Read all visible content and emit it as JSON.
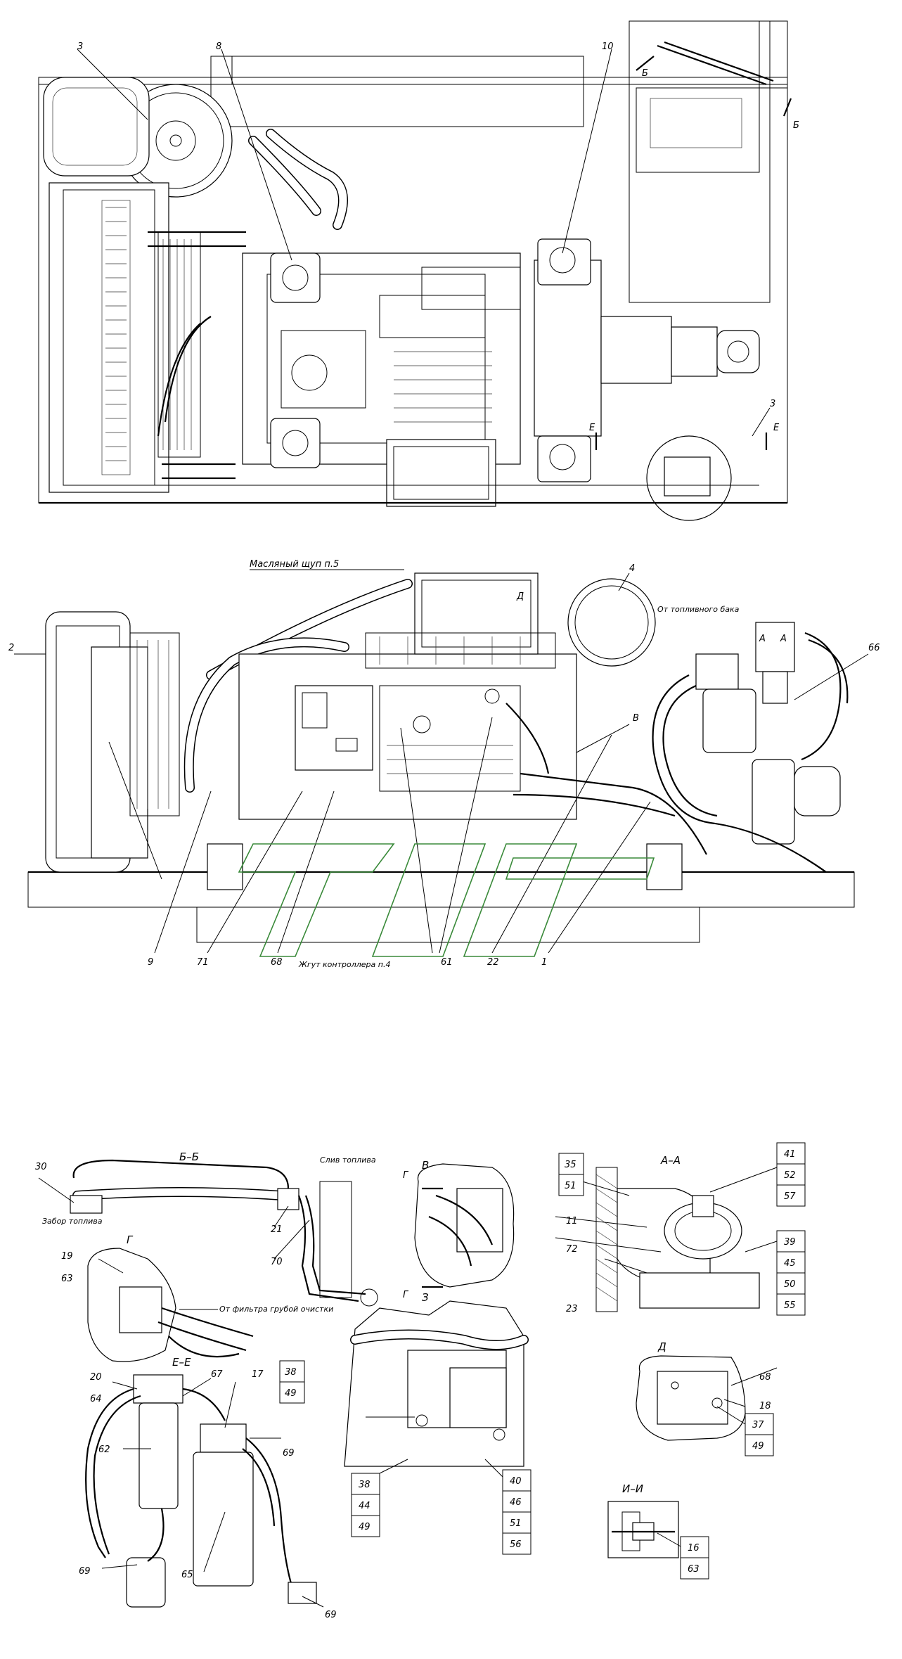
{
  "callouts_top": [
    "3",
    "8",
    "10",
    "3",
    "Б",
    "Б",
    "Е",
    "Е"
  ],
  "callouts_side": [
    "Масляный щуп п.5",
    "Д",
    "4",
    "От топливного бака",
    "А",
    "А",
    "66",
    "2",
    "В",
    "9",
    "71",
    "68",
    "Жгут контроллера п.4",
    "61",
    "22",
    "1"
  ],
  "section_bb": {
    "title": "Б–Б",
    "labels": [
      "Слив топлива",
      "Забор топлива",
      "30",
      "21",
      "70"
    ]
  },
  "section_v": {
    "title": "В",
    "labels": [
      "Г",
      "Г"
    ]
  },
  "section_aa": {
    "title": "А–А",
    "labels": [
      "35",
      "51",
      "11",
      "72",
      "23",
      "41",
      "52",
      "57",
      "39",
      "45",
      "50",
      "55"
    ]
  },
  "section_g": {
    "title": "Г",
    "labels": [
      "19",
      "63",
      "От фильтра грубой очистки"
    ]
  },
  "section_ee": {
    "title": "Е–Е",
    "labels": [
      "20",
      "64",
      "67",
      "17",
      "38",
      "49",
      "62",
      "69",
      "65",
      "69",
      "69"
    ]
  },
  "section_z": {
    "title": "З",
    "labels": [
      "38",
      "44",
      "49",
      "40",
      "46",
      "51",
      "56"
    ]
  },
  "section_d": {
    "title": "Д",
    "labels": [
      "68",
      "18",
      "37",
      "49"
    ]
  },
  "section_ii": {
    "title": "И–И",
    "labels": [
      "16",
      "63"
    ]
  }
}
